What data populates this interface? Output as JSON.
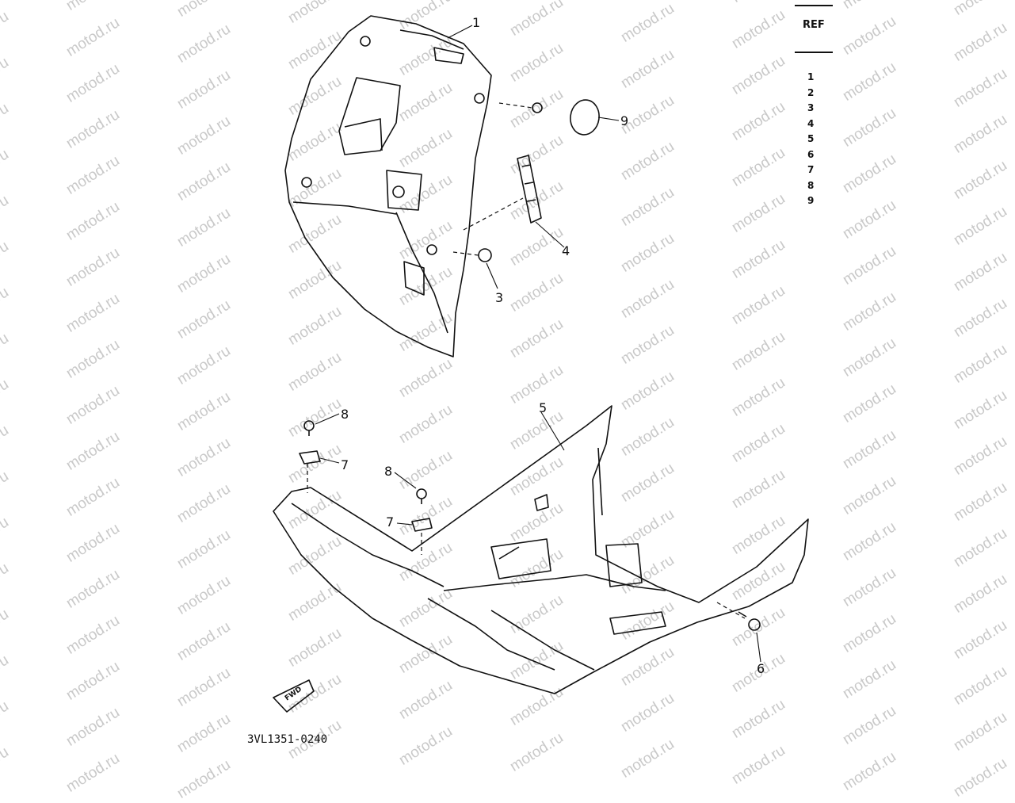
{
  "watermark": "motod.ru",
  "ref_table": {
    "header": "REF",
    "items": [
      "1",
      "2",
      "3",
      "4",
      "5",
      "6",
      "7",
      "8",
      "9"
    ]
  },
  "callouts": {
    "c1": "1",
    "c3": "3",
    "c4": "4",
    "c5": "5",
    "c6": "6",
    "c7a": "7",
    "c7b": "7",
    "c8a": "8",
    "c8b": "8",
    "c9": "9"
  },
  "fwd_label": "FWD",
  "drawing_code": "3VL1351-0240"
}
